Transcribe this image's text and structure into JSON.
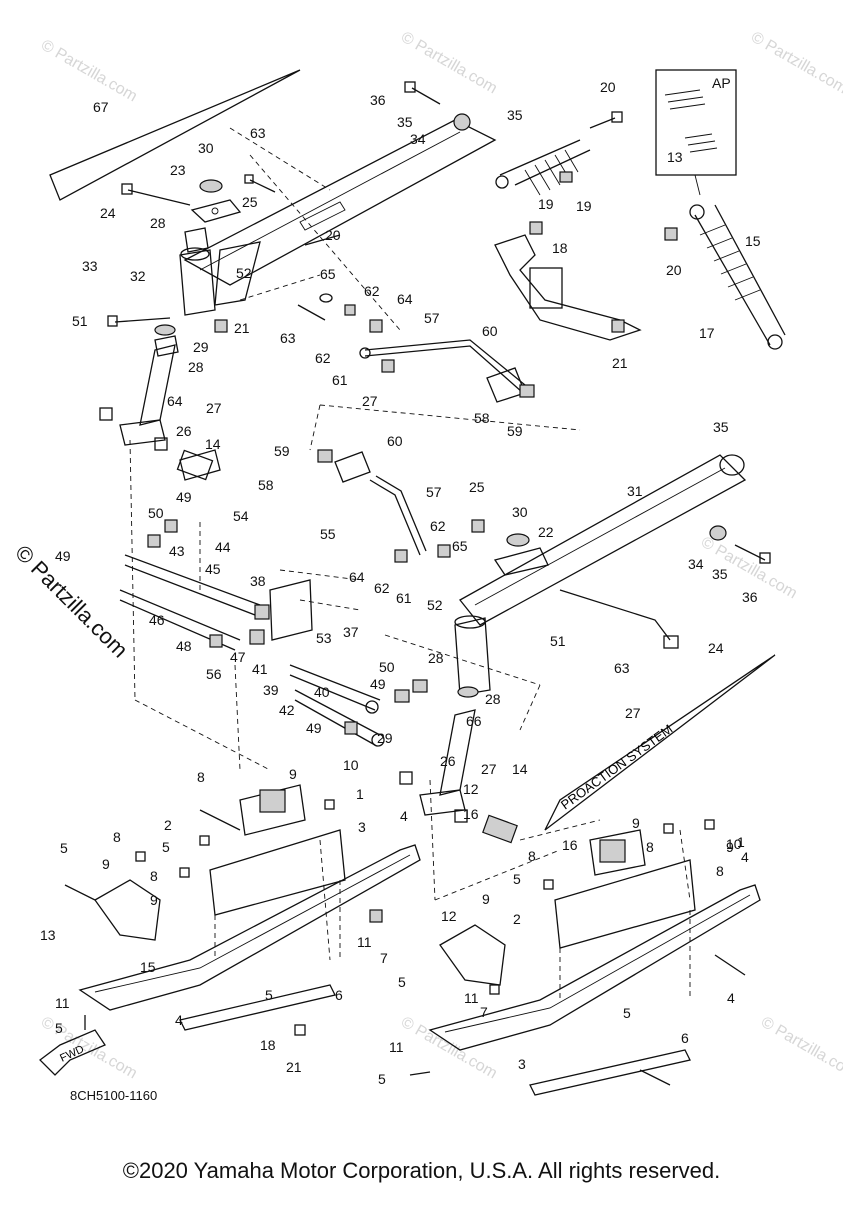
{
  "watermark": "© Partzilla.com",
  "diagram_code": "8CH5100-1160",
  "copyright": "©2020 Yamaha Motor Corporation, U.S.A. All rights reserved.",
  "inset_label": "AP",
  "decal_text": "PROACTION SYSTEM",
  "fwd_label": "FWD",
  "callouts": [
    "67",
    "36",
    "20",
    "35",
    "34",
    "35",
    "30",
    "63",
    "23",
    "25",
    "24",
    "28",
    "20",
    "52",
    "33",
    "32",
    "65",
    "62",
    "64",
    "51",
    "21",
    "63",
    "57",
    "62",
    "60",
    "29",
    "28",
    "61",
    "64",
    "27",
    "26",
    "27",
    "58",
    "59",
    "14",
    "59",
    "60",
    "58",
    "57",
    "55",
    "25",
    "30",
    "22",
    "31",
    "35",
    "34",
    "35",
    "36",
    "24",
    "63",
    "62",
    "65",
    "64",
    "62",
    "61",
    "52",
    "28",
    "51",
    "50",
    "49",
    "49",
    "43",
    "54",
    "44",
    "45",
    "38",
    "53",
    "46",
    "47",
    "48",
    "41",
    "56",
    "37",
    "39",
    "42",
    "40",
    "49",
    "50",
    "49",
    "29",
    "28",
    "66",
    "27",
    "26",
    "27",
    "14",
    "12",
    "16",
    "8",
    "9",
    "10",
    "1",
    "3",
    "4",
    "5",
    "8",
    "9",
    "8",
    "9",
    "2",
    "5",
    "13",
    "15",
    "11",
    "7",
    "5",
    "6",
    "11",
    "5",
    "4",
    "18",
    "21",
    "19",
    "19",
    "18",
    "21",
    "17",
    "20",
    "13",
    "15",
    "16",
    "8",
    "9",
    "8",
    "9",
    "10",
    "1",
    "8",
    "4",
    "5",
    "9",
    "12",
    "2",
    "4",
    "5",
    "11",
    "7",
    "5",
    "6",
    "11",
    "5",
    "3"
  ]
}
